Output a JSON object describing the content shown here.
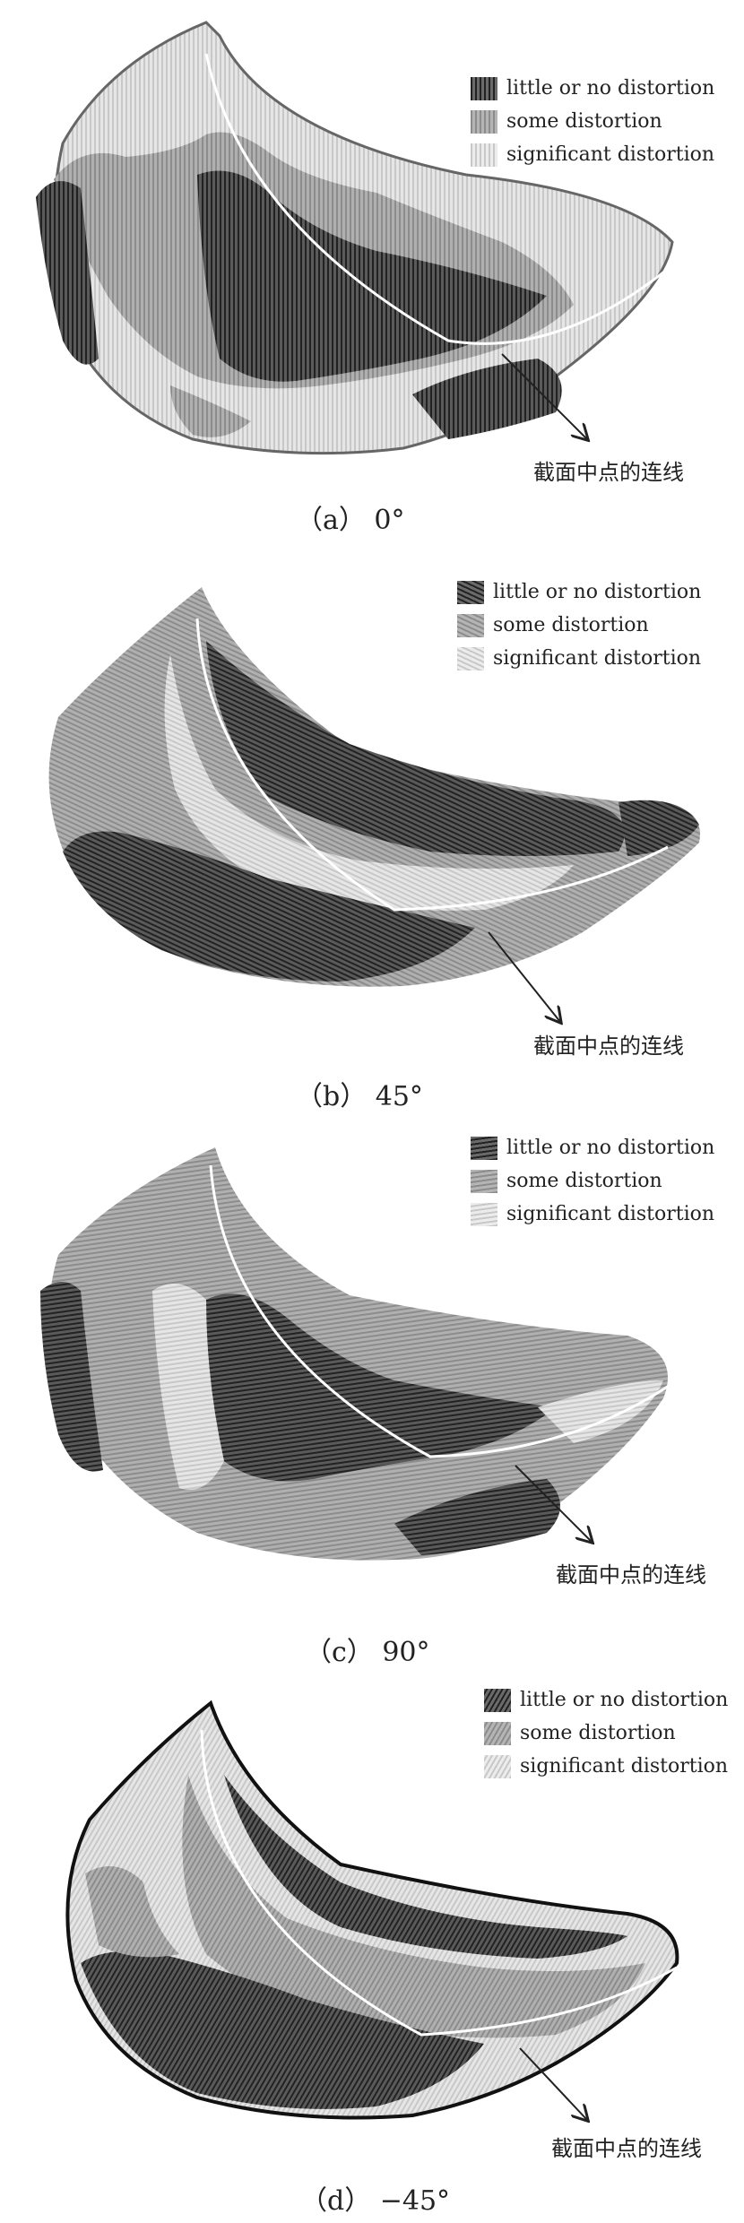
{
  "legend": [
    {
      "key": "little",
      "label": "little or no distortion",
      "color": "#555555"
    },
    {
      "key": "some",
      "label": "some distortion",
      "color": "#a6a6a6"
    },
    {
      "key": "significant",
      "label": "significant distortion",
      "color": "#dadada"
    }
  ],
  "annotation": "截面中点的连线",
  "panels": [
    {
      "id": "a",
      "caption": "（a）  0°"
    },
    {
      "id": "b",
      "caption": "（b）  45°"
    },
    {
      "id": "c",
      "caption": "（c）  90°"
    },
    {
      "id": "d",
      "caption": "（d）  −45°"
    }
  ]
}
